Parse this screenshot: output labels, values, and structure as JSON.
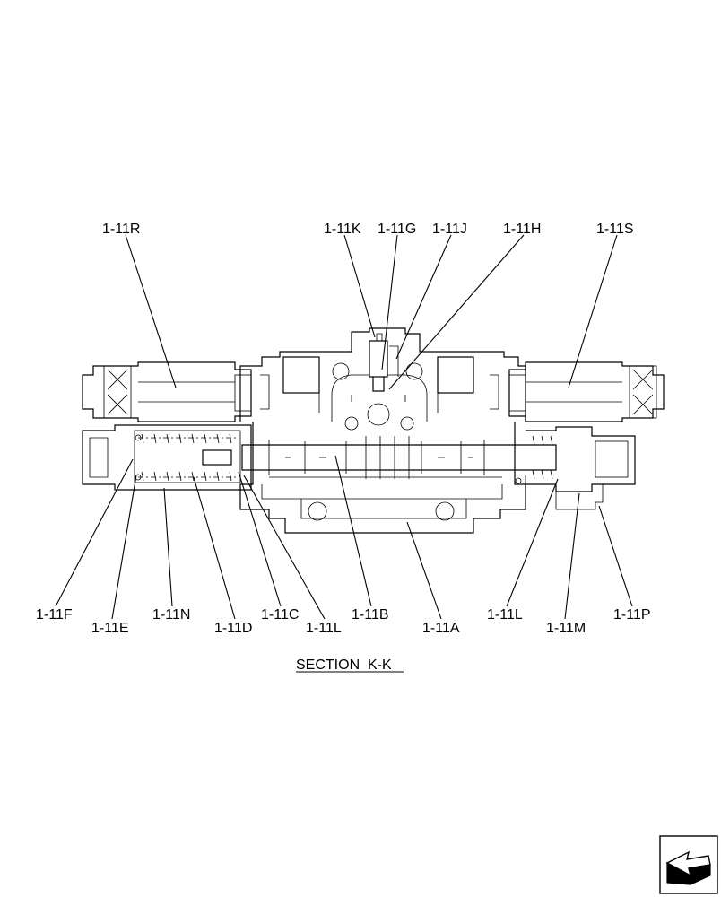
{
  "diagram": {
    "caption": "SECTION  K-K",
    "labels": {
      "r": "1-11R",
      "k": "1-11K",
      "g": "1-11G",
      "j": "1-11J",
      "h": "1-11H",
      "s": "1-11S",
      "f": "1-11F",
      "e": "1-11E",
      "n": "1-11N",
      "d": "1-11D",
      "c": "1-11C",
      "l1": "1-11L",
      "b": "1-11B",
      "a": "1-11A",
      "l2": "1-11L",
      "m": "1-11M",
      "p": "1-11P"
    }
  },
  "corner_icon": "next-page-arrow-icon"
}
